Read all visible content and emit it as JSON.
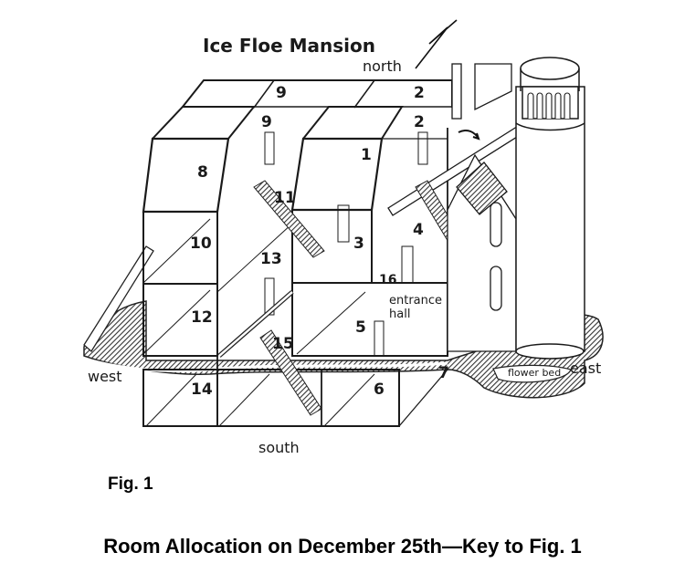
{
  "diagram": {
    "title": "Ice Floe Mansion",
    "compass": {
      "north": "north",
      "south": "south",
      "east": "east",
      "west": "west"
    },
    "rooms": {
      "r9_back": "9",
      "r2_back": "2",
      "r9_front": "9",
      "r2_front": "2",
      "r1": "1",
      "r8": "8",
      "r11": "11",
      "r4": "4",
      "r10": "10",
      "r3": "3",
      "r13": "13",
      "r16": "16",
      "r12": "12",
      "r5": "5",
      "r15": "15",
      "r7": "7",
      "r14": "14",
      "r6": "6"
    },
    "entrance_hall_line1": "entrance",
    "entrance_hall_line2": "hall",
    "flower_bed": "flower bed"
  },
  "caption": {
    "figure": "Fig. 1",
    "key_title": "Room Allocation on December 25th—Key to Fig. 1"
  },
  "colors": {
    "ink": "#1a1a1a",
    "hatch": "#555555",
    "background": "#ffffff"
  }
}
